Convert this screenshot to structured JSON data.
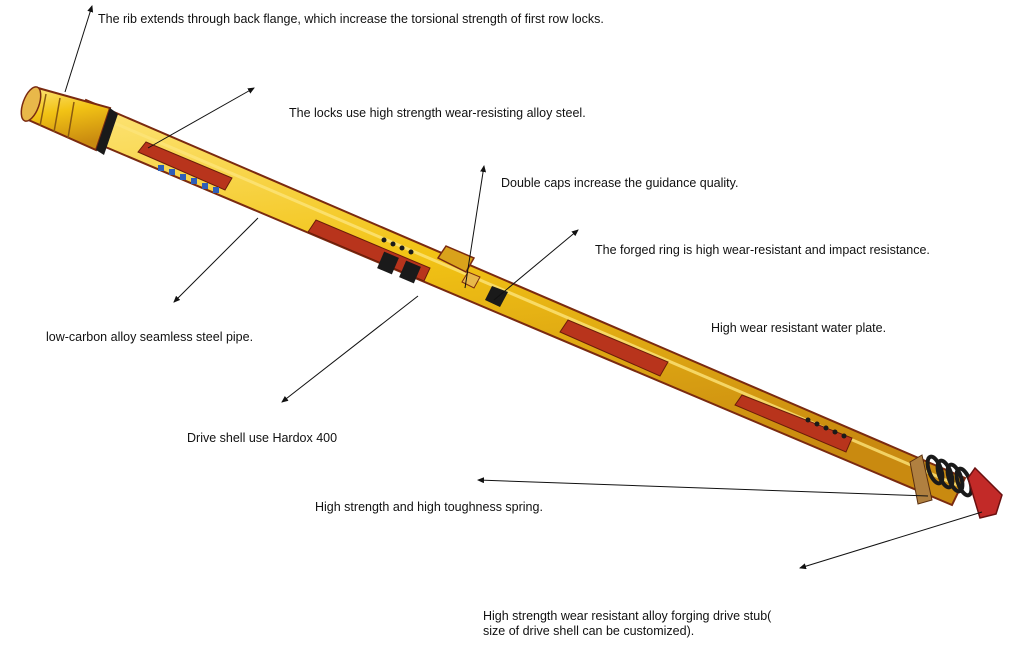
{
  "annotations": [
    {
      "id": "rib",
      "text": "The rib extends through back flange, which increase the torsional strength of first row locks."
    },
    {
      "id": "locks",
      "text": "The locks use high strength wear-resisting alloy steel."
    },
    {
      "id": "double-caps",
      "text": "Double caps increase the guidance quality."
    },
    {
      "id": "forged-ring",
      "text": "The forged ring is high wear-resistant and impact resistance."
    },
    {
      "id": "water-plate",
      "text": "High wear resistant water plate."
    },
    {
      "id": "seamless-pipe",
      "text": "low-carbon alloy seamless steel pipe."
    },
    {
      "id": "drive-shell",
      "text": "Drive shell use Hardox 400"
    },
    {
      "id": "spring",
      "text": "High strength and high toughness spring."
    },
    {
      "id": "drive-stub",
      "line1": "High strength wear resistant alloy forging drive stub(",
      "line2": "size of drive shell can be customized)."
    }
  ],
  "colors": {
    "tube_yellow": "#f2c315",
    "tube_highlight": "#fde57a",
    "tube_edge": "#7a2a10",
    "rib_red": "#b8341c",
    "lock_blue": "#2f5fb8",
    "spring_black": "#1a1a1a",
    "stub_red": "#c22a28",
    "arrow": "#111111"
  }
}
